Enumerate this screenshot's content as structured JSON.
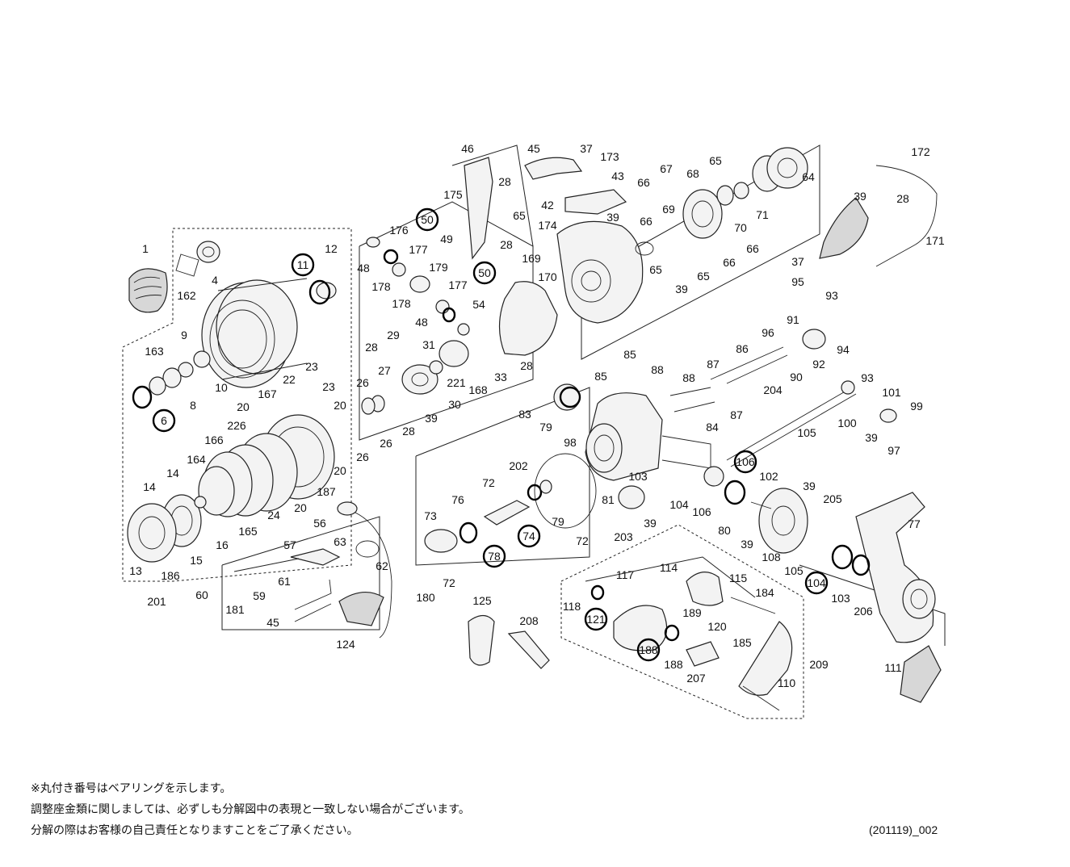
{
  "labels": [
    "1",
    "162",
    "4",
    "12",
    "11",
    "9",
    "163",
    "8",
    "10",
    "6",
    "23",
    "22",
    "167",
    "23",
    "20",
    "20",
    "226",
    "166",
    "164",
    "14",
    "14",
    "16",
    "15",
    "13",
    "186",
    "165",
    "24",
    "187",
    "20",
    "20",
    "201",
    "176",
    "48",
    "177",
    "178",
    "50",
    "49",
    "179",
    "178",
    "177",
    "48",
    "50",
    "54",
    "28",
    "169",
    "170",
    "28",
    "29",
    "27",
    "26",
    "26",
    "26",
    "28",
    "31",
    "221",
    "30",
    "168",
    "33",
    "28",
    "39",
    "46",
    "45",
    "37",
    "173",
    "175",
    "28",
    "43",
    "42",
    "174",
    "39",
    "65",
    "66",
    "67",
    "68",
    "65",
    "66",
    "69",
    "70",
    "71",
    "64",
    "65",
    "66",
    "66",
    "65",
    "39",
    "172",
    "28",
    "39",
    "171",
    "37",
    "95",
    "93",
    "91",
    "96",
    "94",
    "92",
    "90",
    "204",
    "86",
    "85",
    "85",
    "88",
    "87",
    "88",
    "87",
    "84",
    "83",
    "79",
    "98",
    "93",
    "101",
    "99",
    "100",
    "39",
    "97",
    "105",
    "106",
    "102",
    "103",
    "104",
    "106",
    "80",
    "81",
    "203",
    "39",
    "39",
    "205",
    "39",
    "108",
    "105",
    "104",
    "103",
    "206",
    "77",
    "202",
    "72",
    "73",
    "76",
    "74",
    "78",
    "79",
    "72",
    "72",
    "180",
    "56",
    "63",
    "57",
    "62",
    "61",
    "59",
    "60",
    "181",
    "45",
    "124",
    "125",
    "208",
    "114",
    "115",
    "184",
    "117",
    "118",
    "121",
    "189",
    "120",
    "188",
    "185",
    "188",
    "207",
    "209",
    "110",
    "111"
  ],
  "notes": [
    "※丸付き番号はベアリングを示します。",
    "調整座金類に関しましては、必ずしも分解図中の表現と一致しない場合がございます。",
    "分解の際はお客様の自己責任となりますことをご了承ください。"
  ],
  "doc_id": "(201119)_002"
}
